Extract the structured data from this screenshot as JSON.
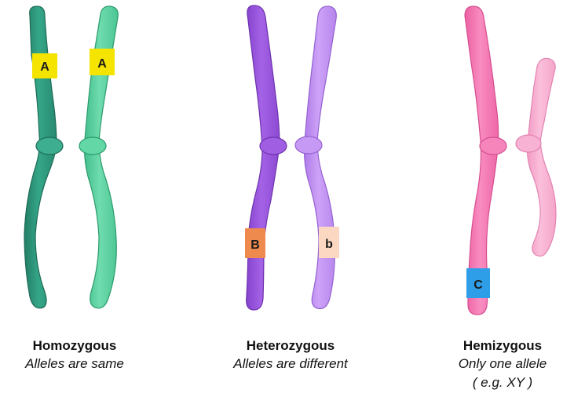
{
  "colors": {
    "homozygous_dark": "#2f9a7e",
    "homozygous_light": "#5fd4a2",
    "heterozygous_dark": "#9b54e0",
    "heterozygous_light": "#c595f5",
    "hemizygous_dark": "#f27bb4",
    "hemizygous_light": "#f8afd2",
    "allele_A": "#f4e400",
    "allele_B": "#ef8a4e",
    "allele_b": "#fcd8c2",
    "allele_C": "#2e9ee8"
  },
  "panels": [
    {
      "title": "Homozygous",
      "subtitle": "Alleles are same",
      "alleles": [
        "A",
        "A"
      ]
    },
    {
      "title": "Heterozygous",
      "subtitle": "Alleles are different",
      "alleles": [
        "B",
        "b"
      ]
    },
    {
      "title": "Hemizygous",
      "subtitle": "Only one allele",
      "subtitle2": "( e.g. XY )",
      "alleles": [
        "C"
      ]
    }
  ]
}
